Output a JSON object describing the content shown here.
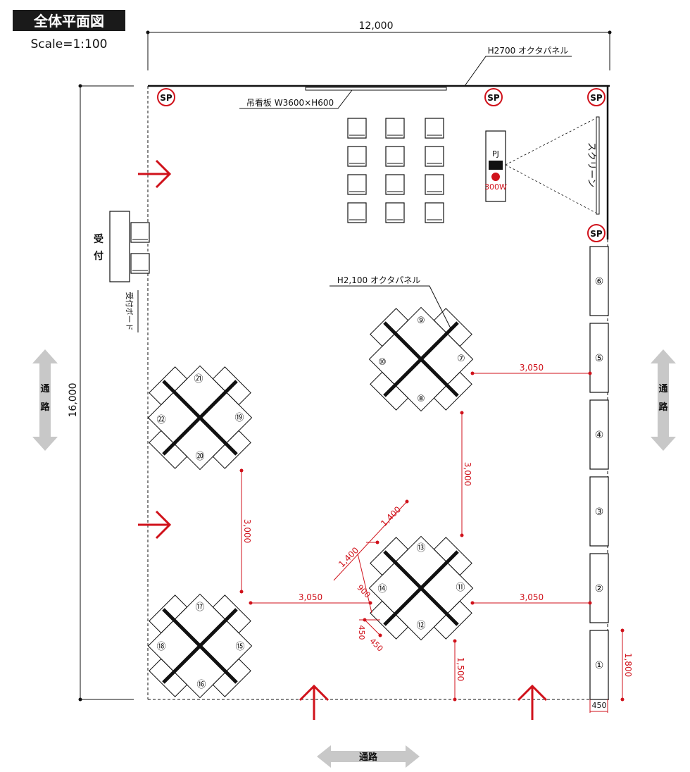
{
  "header": {
    "title": "全体平面図",
    "scale": "Scale=1:100"
  },
  "dimensions": {
    "width_total": "12,000",
    "height_total": "16,000",
    "d_3050_a": "3,050",
    "d_3050_b": "3,050",
    "d_3050_c": "3,050",
    "d_3000_a": "3,000",
    "d_3000_b": "3,000",
    "d_1400_a": "1,400",
    "d_1400_b": "1,400",
    "d_900": "900",
    "d_450_a": "450",
    "d_450_b": "450",
    "d_1500": "1,500",
    "d_1800": "1,800",
    "d_450_c": "450"
  },
  "labels": {
    "panel_h2700": "H2700 オクタパネル",
    "panel_h2100": "H2,100 オクタパネル",
    "hanging_sign": "吊看板 W3600×H600",
    "screen": "スクリーン",
    "pj": "PJ",
    "power": "300W",
    "reception": "受付",
    "reception_board": "受付ボード",
    "aisle": "通路"
  },
  "speakers": [
    "SP",
    "SP",
    "SP",
    "SP"
  ],
  "booths": {
    "wall": [
      "⑥",
      "⑤",
      "④",
      "③",
      "②",
      "①"
    ],
    "cluster_a": [
      "⑨",
      "⑦",
      "⑧",
      "⑩"
    ],
    "cluster_b": [
      "⑬",
      "⑪",
      "⑫",
      "⑭"
    ],
    "cluster_c": [
      "㉑",
      "⑲",
      "⑳",
      "㉒"
    ],
    "cluster_d": [
      "⑰",
      "⑮",
      "⑯",
      "⑱"
    ]
  },
  "colors": {
    "accent": "#d0121b",
    "line": "#111111",
    "aisle_arrow": "#c8c8c8",
    "title_bg": "#1a1a1a"
  }
}
